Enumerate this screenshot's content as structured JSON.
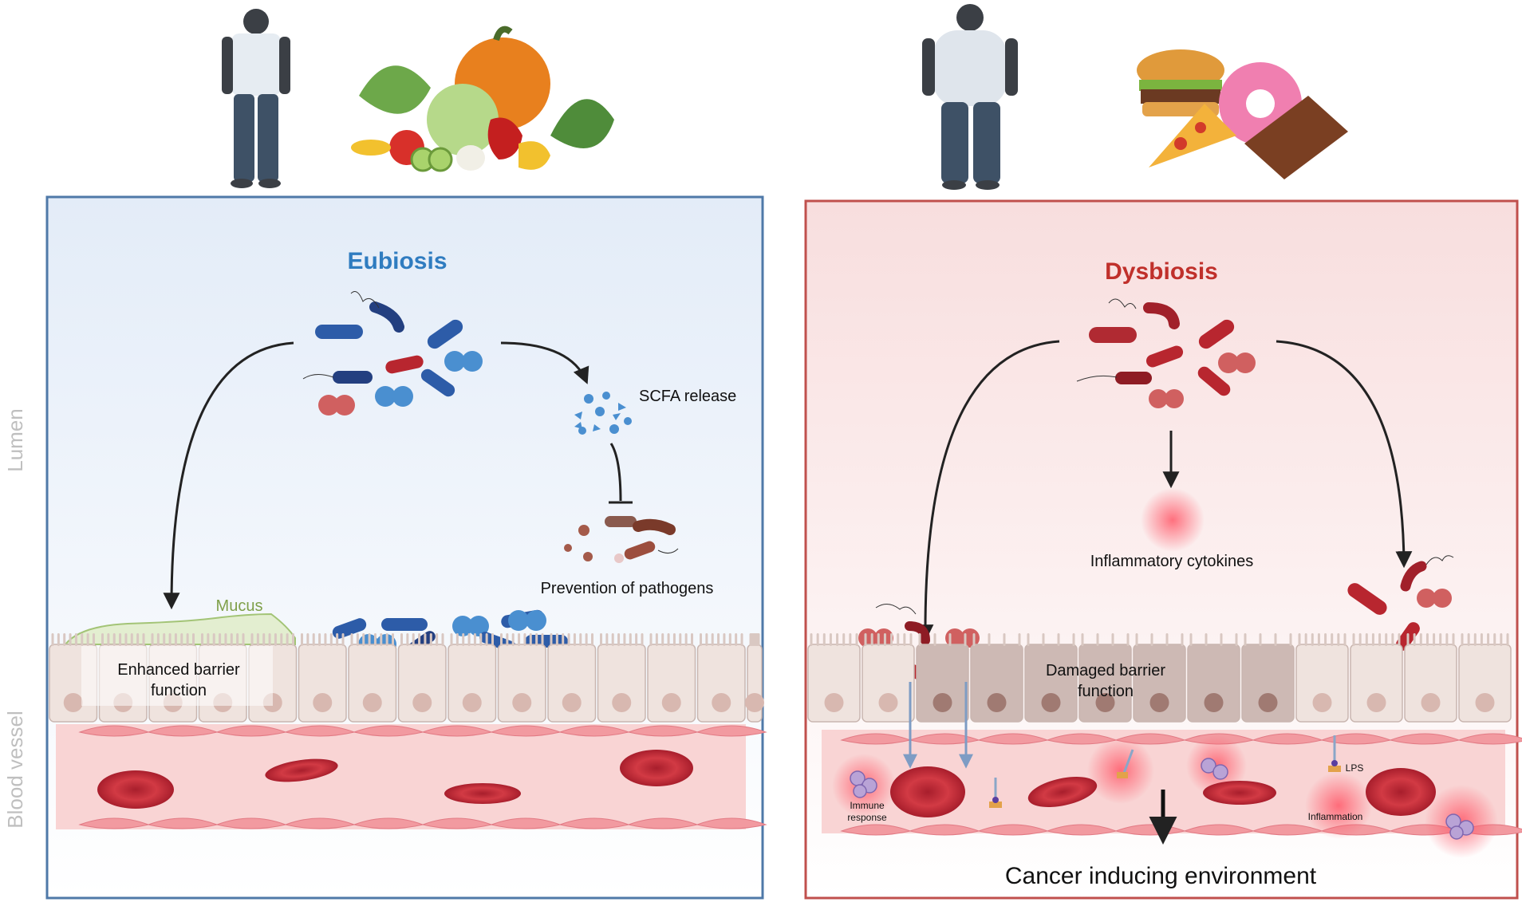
{
  "side_labels": {
    "lumen": "Lumen",
    "blood_vessel": "Blood vessel"
  },
  "left_panel": {
    "title": "Eubiosis",
    "scfa": "SCFA release",
    "prevention": "Prevention of pathogens",
    "mucus": "Mucus",
    "barrier_line1": "Enhanced barrier",
    "barrier_line2": "function",
    "colors": {
      "border": "#4f79a8",
      "title": "#2f7cc0",
      "bg_top": "#e4edf8"
    }
  },
  "right_panel": {
    "title": "Dysbiosis",
    "cytokines": "Inflammatory cytokines",
    "barrier_line1": "Damaged barrier",
    "barrier_line2": "function",
    "immune_line1": "Immune",
    "immune_line2": "response",
    "lps": "LPS",
    "inflammation": "Inflammation",
    "cancer": "Cancer inducing environment",
    "colors": {
      "border": "#c0504d",
      "title": "#c0302b",
      "bg_top": "#f9e1e1"
    }
  }
}
